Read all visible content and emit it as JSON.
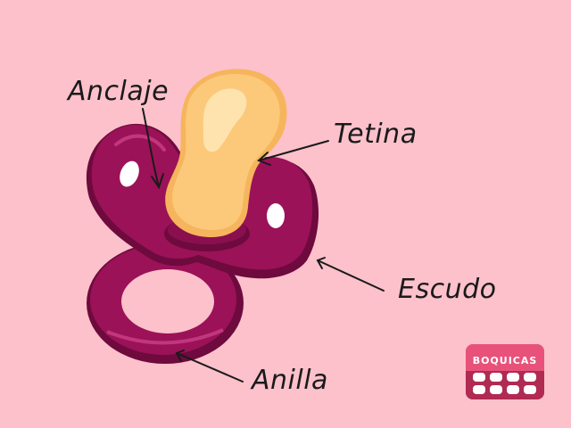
{
  "labels": {
    "anclaje": "Anclaje",
    "tetina": "Tetina",
    "escudo": "Escudo",
    "anilla": "Anilla"
  },
  "logo": {
    "text": "BOQUICAS"
  },
  "colors": {
    "background": "#fcc1cb",
    "pacifier": "#9b1258",
    "pacifier_dark": "#6e0a3e",
    "nipple": "#fcc97a",
    "nipple_highlight": "#ffe7b8",
    "logo": "#e8527a",
    "arrow": "#1a1a1a"
  }
}
